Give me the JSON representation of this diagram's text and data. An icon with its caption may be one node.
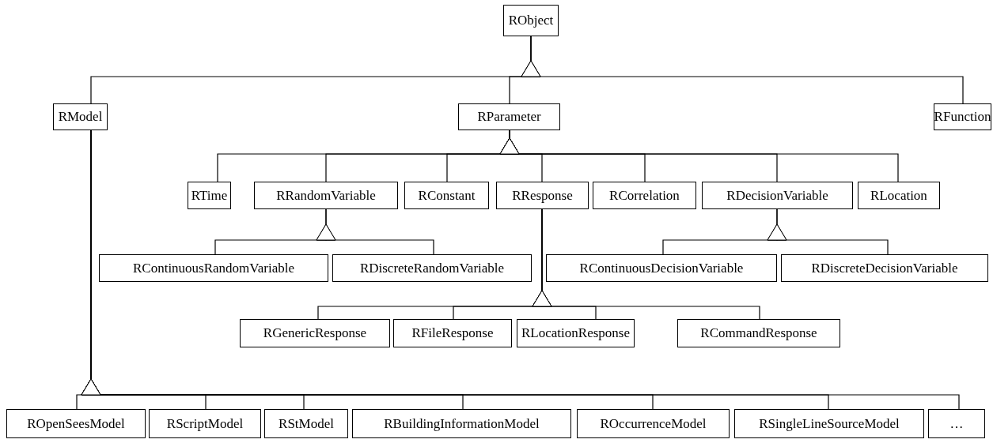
{
  "diagram": {
    "nodes": [
      {
        "text": [
          "RObject"
        ]
      },
      {
        "text": [
          "RModel"
        ]
      },
      {
        "text": [
          "RParameter"
        ]
      },
      {
        "text": [
          "RFunction"
        ]
      },
      {
        "text": [
          "RTime"
        ]
      },
      {
        "text": [
          "RRandomVariable"
        ]
      },
      {
        "text": [
          "RConstant"
        ]
      },
      {
        "text": [
          "RResponse"
        ]
      },
      {
        "text": [
          "RCorrelation"
        ]
      },
      {
        "text": [
          "RDecisionVariable"
        ]
      },
      {
        "text": [
          "RLocation"
        ]
      },
      {
        "text": [
          "RContinuousRandomVariable"
        ]
      },
      {
        "text": [
          "RDiscreteRandomVariable"
        ]
      },
      {
        "text": [
          "RContinuousDecisionVariable"
        ]
      },
      {
        "text": [
          "RDiscreteDecisionVariable"
        ]
      },
      {
        "text": [
          "RGenericResponse"
        ]
      },
      {
        "text": [
          "RFileResponse"
        ]
      },
      {
        "text": [
          "RLocationResponse"
        ]
      },
      {
        "text": [
          "RCommandResponse"
        ]
      },
      {
        "text": [
          "ROpenSeesModel"
        ]
      },
      {
        "text": [
          "RScriptModel"
        ]
      },
      {
        "text": [
          "RStModel"
        ]
      },
      {
        "text": [
          "RBuildingInformationModel"
        ]
      },
      {
        "text": [
          "ROccurrenceModel"
        ]
      },
      {
        "text": [
          "RSingleLineSourceModel"
        ]
      },
      {
        "text": [
          "…"
        ]
      }
    ],
    "edges": [
      {
        "from": 1,
        "to": 0,
        "arrow": "to"
      },
      {
        "from": 2,
        "to": 0,
        "arrow": "to"
      },
      {
        "from": 3,
        "to": 0,
        "arrow": "to"
      },
      {
        "from": 4,
        "to": 2,
        "arrow": "to"
      },
      {
        "from": 5,
        "to": 2,
        "arrow": "to"
      },
      {
        "from": 6,
        "to": 2,
        "arrow": "to"
      },
      {
        "from": 7,
        "to": 2,
        "arrow": "to"
      },
      {
        "from": 8,
        "to": 2,
        "arrow": "to"
      },
      {
        "from": 9,
        "to": 2,
        "arrow": "to"
      },
      {
        "from": 10,
        "to": 2,
        "arrow": "to"
      },
      {
        "from": 11,
        "to": 5,
        "arrow": "to"
      },
      {
        "from": 12,
        "to": 5,
        "arrow": "to"
      },
      {
        "from": 13,
        "to": 9,
        "arrow": "to"
      },
      {
        "from": 14,
        "to": 9,
        "arrow": "to"
      },
      {
        "from": 15,
        "to": 7,
        "arrow": "to"
      },
      {
        "from": 16,
        "to": 7,
        "arrow": "to"
      },
      {
        "from": 17,
        "to": 7,
        "arrow": "to"
      },
      {
        "from": 18,
        "to": 7,
        "arrow": "to"
      },
      {
        "from": 19,
        "to": 1,
        "arrow": "to"
      },
      {
        "from": 20,
        "to": 1,
        "arrow": "to"
      },
      {
        "from": 21,
        "to": 1,
        "arrow": "to"
      },
      {
        "from": 22,
        "to": 1,
        "arrow": "to"
      },
      {
        "from": 23,
        "to": 1,
        "arrow": "to"
      },
      {
        "from": 24,
        "to": 1,
        "arrow": "to"
      },
      {
        "from": 25,
        "to": 1,
        "arrow": "to"
      }
    ]
  }
}
